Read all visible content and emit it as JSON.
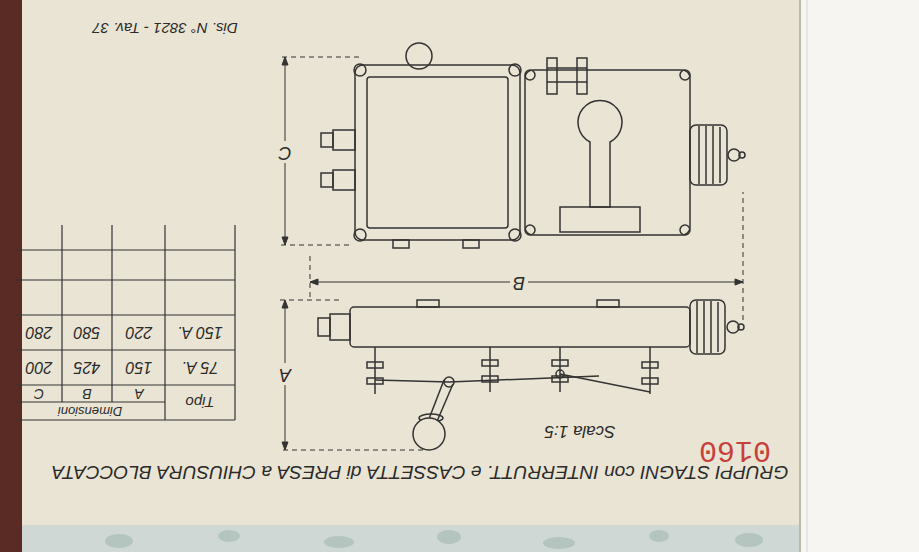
{
  "diagram": {
    "title": "GRUPPI STAGNI con INTERRUTT. e CASSETTA di PRESA a CHIUSURA BLOCCATA",
    "labels": [
      "Scala 1:5",
      "0160",
      "Dis. N° 3821 - Tav. 37",
      "Tipo",
      "Dimensioni",
      "A",
      "B",
      "C",
      "75 A.",
      "150",
      "425",
      "200",
      "150 A.",
      "220",
      "580",
      "280",
      "A",
      "B",
      "C"
    ]
  }
}
